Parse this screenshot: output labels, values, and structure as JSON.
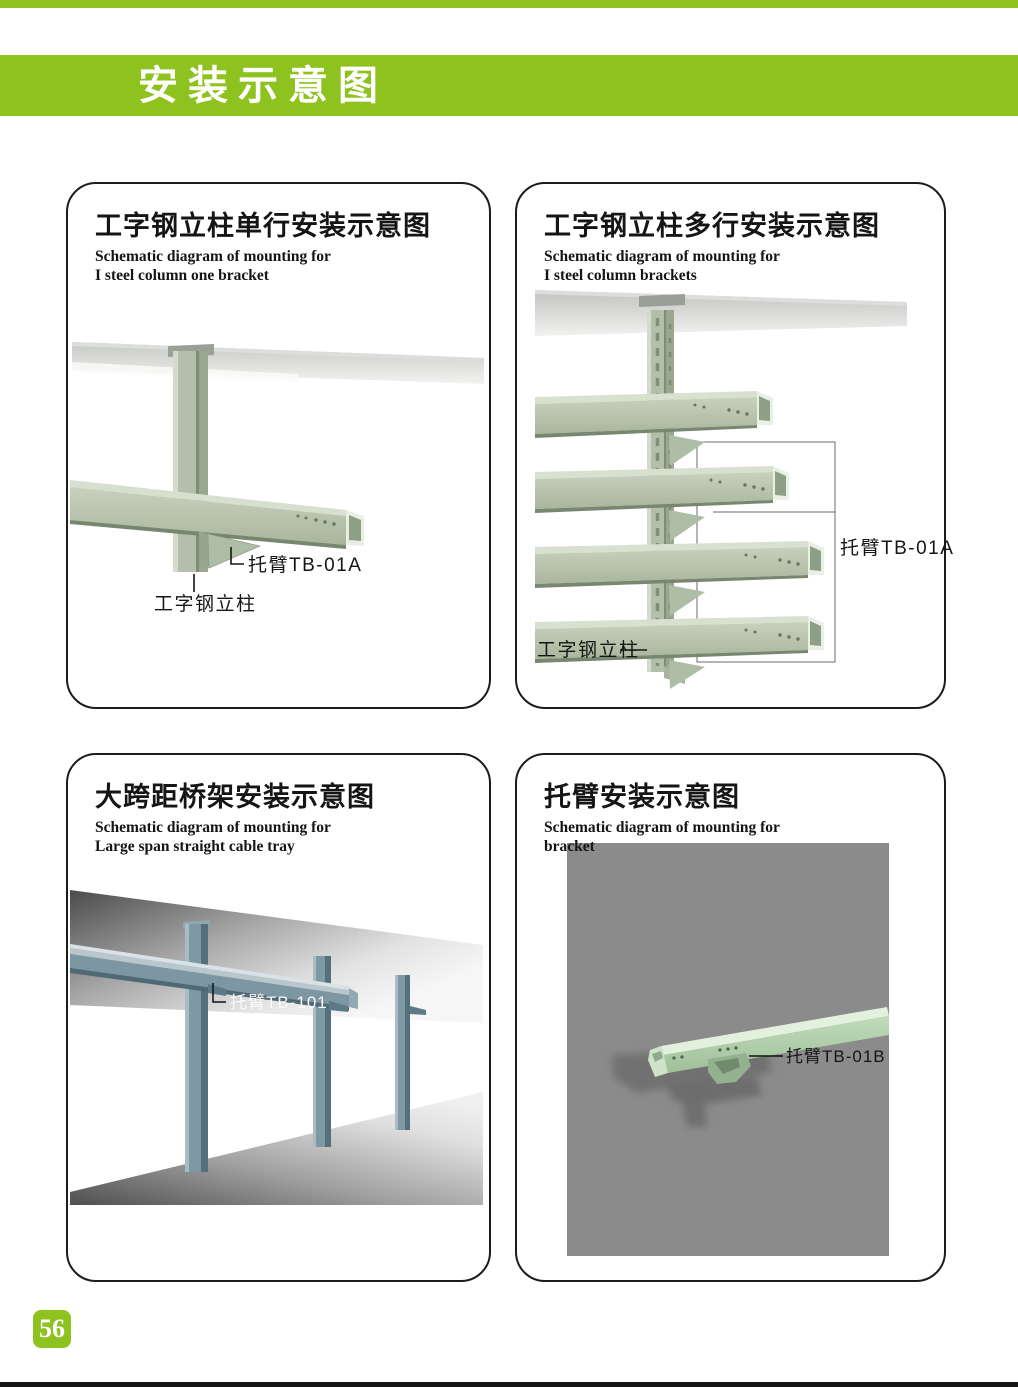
{
  "page": {
    "header_title": "安装示意图",
    "page_number": "56"
  },
  "panels": [
    {
      "title_zh": "工字钢立柱单行安装示意图",
      "subtitle_line1": "Schematic diagram of mounting for",
      "subtitle_line2": "I steel column one bracket",
      "label_bracket": "托臂TB-01A",
      "label_column": "工字钢立柱"
    },
    {
      "title_zh": "工字钢立柱多行安装示意图",
      "subtitle_line1": "Schematic diagram of mounting for",
      "subtitle_line2": "I steel column brackets",
      "label_bracket": "托臂TB-01A",
      "label_column": "工字钢立柱"
    },
    {
      "title_zh": "大跨距桥架安装示意图",
      "subtitle_line1": "Schematic diagram of mounting for",
      "subtitle_line2": "Large span straight cable tray",
      "label_bracket": "托臂TB-101"
    },
    {
      "title_zh": "托臂安装示意图",
      "subtitle_line1": "Schematic diagram of mounting for",
      "subtitle_line2": "bracket",
      "label_bracket": "托臂TB-01B"
    }
  ],
  "colors": {
    "brand_green": "#8dc21f",
    "steel_green": "#b4bfab",
    "steel_blue": "#7e99a3",
    "panel_border": "#1c1c1c",
    "photo_background_gray": "#8b8b8b"
  }
}
